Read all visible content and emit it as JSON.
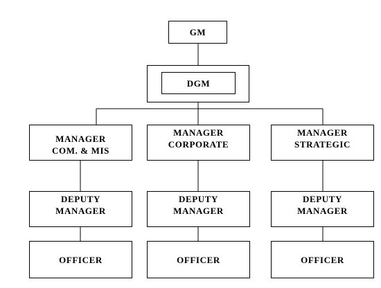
{
  "nodes": {
    "gm": "GM",
    "dgm": "DGM",
    "managers": [
      "MANAGER\nCOM. & MIS",
      "MANAGER\nCORPORATE",
      "MANAGER\nSTRATEGIC"
    ],
    "deputies": [
      "DEPUTY\nMANAGER",
      "DEPUTY\nMANAGER",
      "DEPUTY\nMANAGER"
    ],
    "officers": [
      "OFFICER",
      "OFFICER",
      "OFFICER"
    ]
  }
}
